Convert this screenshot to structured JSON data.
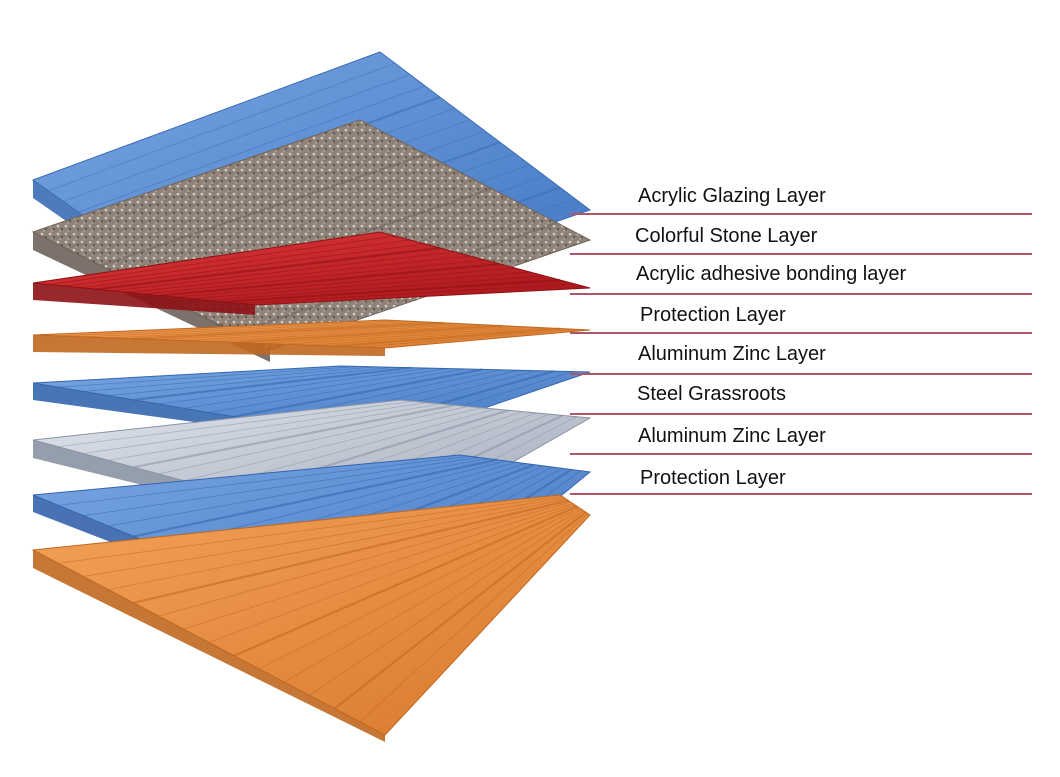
{
  "layers": [
    {
      "label": "Acrylic Glazing Layer"
    },
    {
      "label": "Colorful Stone Layer"
    },
    {
      "label": "Acrylic adhesive bonding layer"
    },
    {
      "label": "Protection Layer"
    },
    {
      "label": "Aluminum Zinc Layer"
    },
    {
      "label": "Steel Grassroots"
    },
    {
      "label": "Aluminum Zinc Layer"
    },
    {
      "label": "Protection Layer"
    }
  ],
  "colors": {
    "leader_line": "#b0566a",
    "glazing_blue": "#5b8fd6",
    "stone_gray": "#8f8379",
    "adhesive_red": "#c8242a",
    "protection_orange": "#e58a3a",
    "aluminum_blue": "#4f86d0",
    "steel_silver": "#b9bfcb",
    "aluminum_blue_2": "#4e82c9",
    "protection_orange_2": "#e0853a"
  }
}
